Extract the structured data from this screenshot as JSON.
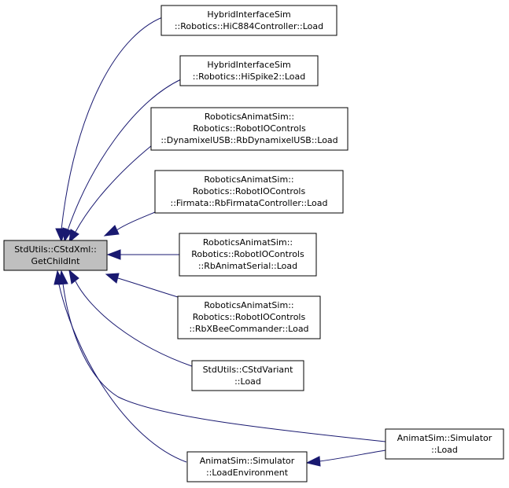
{
  "diagram": {
    "nodes": {
      "root": {
        "lines": [
          "StdUtils::CStdXml::",
          "GetChildInt"
        ]
      },
      "n1": {
        "lines": [
          "HybridInterfaceSim",
          "::Robotics::HiC884Controller::Load"
        ]
      },
      "n2": {
        "lines": [
          "HybridInterfaceSim",
          "::Robotics::HiSpike2::Load"
        ]
      },
      "n3": {
        "lines": [
          "RoboticsAnimatSim::",
          "Robotics::RobotIOControls",
          "::DynamixelUSB::RbDynamixelUSB::Load"
        ]
      },
      "n4": {
        "lines": [
          "RoboticsAnimatSim::",
          "Robotics::RobotIOControls",
          "::Firmata::RbFirmataController::Load"
        ]
      },
      "n5": {
        "lines": [
          "RoboticsAnimatSim::",
          "Robotics::RobotIOControls",
          "::RbAnimatSerial::Load"
        ]
      },
      "n6": {
        "lines": [
          "RoboticsAnimatSim::",
          "Robotics::RobotIOControls",
          "::RbXBeeCommander::Load"
        ]
      },
      "n7": {
        "lines": [
          "StdUtils::CStdVariant",
          "::Load"
        ]
      },
      "n8": {
        "lines": [
          "AnimatSim::Simulator",
          "::LoadEnvironment"
        ]
      },
      "n9": {
        "lines": [
          "AnimatSim::Simulator",
          "::Load"
        ]
      }
    },
    "colors": {
      "edge": "#191970",
      "root_fill": "#bfbfbf",
      "node_fill": "#ffffff",
      "border": "#000000"
    }
  }
}
